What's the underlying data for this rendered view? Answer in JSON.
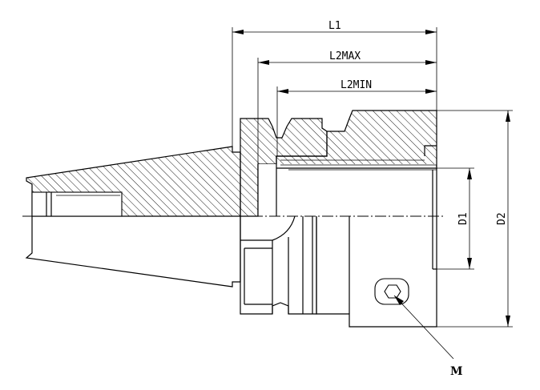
{
  "dimensions": {
    "l1": "L1",
    "l2max": "L2MAX",
    "l2min": "L2MIN",
    "d1": "D1",
    "d2": "D2"
  },
  "callouts": {
    "m": "M"
  }
}
